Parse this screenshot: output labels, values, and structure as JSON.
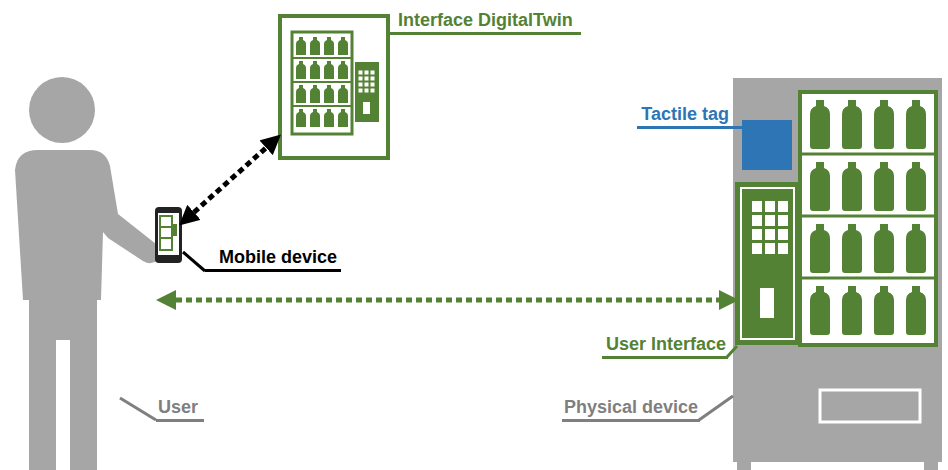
{
  "diagram": {
    "nodes": [
      {
        "text": [
          "User"
        ]
      },
      {
        "text": [
          "Mobile device"
        ]
      },
      {
        "text": [
          "Interface DigitalTwin"
        ]
      },
      {
        "text": [
          "Physical device"
        ]
      },
      {
        "text": [
          "Tactile tag"
        ],
        "in": 3
      },
      {
        "text": [
          "User Interface"
        ],
        "in": 3
      }
    ],
    "edges": [
      {
        "from": 1,
        "to": 2,
        "arrow": "both"
      },
      {
        "from": 0,
        "to": 5,
        "arrow": "both"
      }
    ]
  }
}
